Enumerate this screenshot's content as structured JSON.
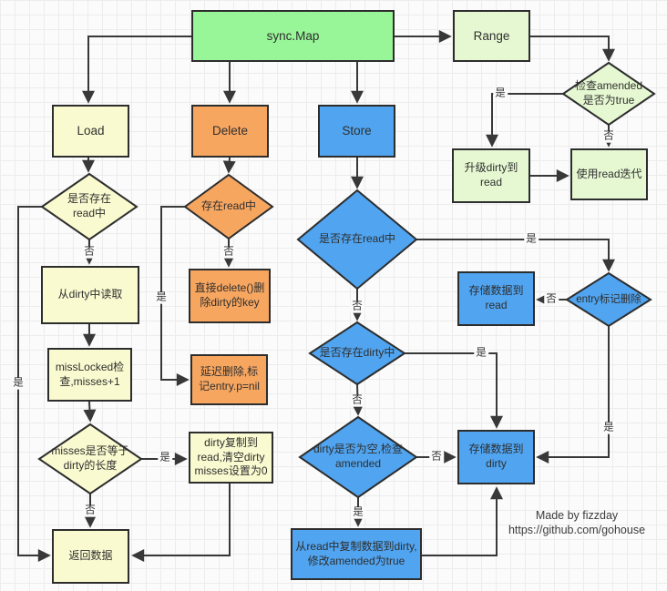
{
  "nodes": {
    "sync_map": "sync.Map",
    "range": "Range",
    "load": "Load",
    "delete": "Delete",
    "store": "Store",
    "check_amended": "检查amended\n是否为true",
    "upgrade_dirty_to_read": "升级dirty到\nread",
    "use_read_iterate": "使用read迭代",
    "load_exists_in_read": "是否存在\nread中",
    "delete_exists_in_read": "存在read中",
    "read_from_dirty": "从dirty中读取",
    "direct_delete_dirty_key": "直接delete()删\n除dirty的key",
    "miss_locked_check": "missLocked检\n查,misses+1",
    "delayed_delete_mark_nil": "延迟删除,标\n记entry.p=nil",
    "store_exists_in_read": "是否存在read中",
    "store_data_to_read": "存储数据到\nread",
    "entry_marked_deleted": "entry标记删除",
    "store_exists_in_dirty": "是否存在dirty中",
    "misses_equals_dirty_len": "misses是否等于\ndirty的长度",
    "dirty_copy_to_read": "dirty复制到\nread,清空dirty\nmisses设置为0",
    "dirty_empty_check_amended": "dirty是否为空,检查\namended",
    "store_data_to_dirty": "存储数据到\ndirty",
    "return_data": "返回数据",
    "copy_read_to_dirty": "从read中复制数据到dirty,\n修改amended为true"
  },
  "edge_labels": {
    "yes": "是",
    "no": "否"
  },
  "footer": {
    "credit": "Made by fizzday\nhttps://github.com/gohouse"
  },
  "colors": {
    "green": "#98f598",
    "pale_green": "#e6f8d2",
    "yellow": "#fafad0",
    "orange": "#f7a660",
    "blue": "#50a4f0"
  }
}
